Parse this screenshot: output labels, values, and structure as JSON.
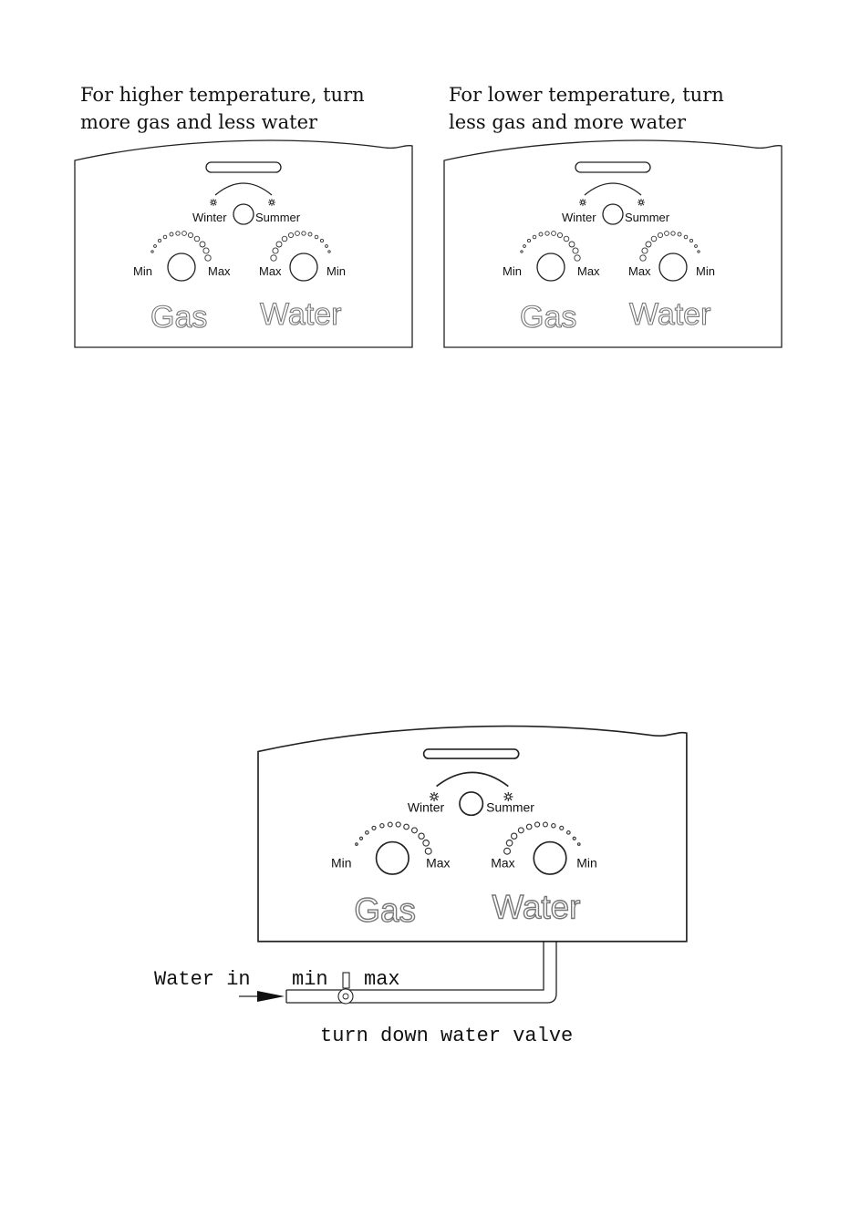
{
  "captions": {
    "left": [
      "For higher temperature, turn",
      "more gas and less water"
    ],
    "right": [
      "For lower temperature, turn",
      "less gas and more water"
    ]
  },
  "panel": {
    "winter": "Winter",
    "summer": "Summer",
    "gas": {
      "min": "Min",
      "max": "Max",
      "label": "Gas"
    },
    "water": {
      "max": "Max",
      "min": "Min",
      "label": "Water"
    }
  },
  "valve": {
    "water_in": "Water in",
    "min": "min",
    "max": "max",
    "instruction": "turn down water valve"
  },
  "colors": {
    "line": "#222222",
    "outline_text": "#777777",
    "background": "#ffffff"
  }
}
